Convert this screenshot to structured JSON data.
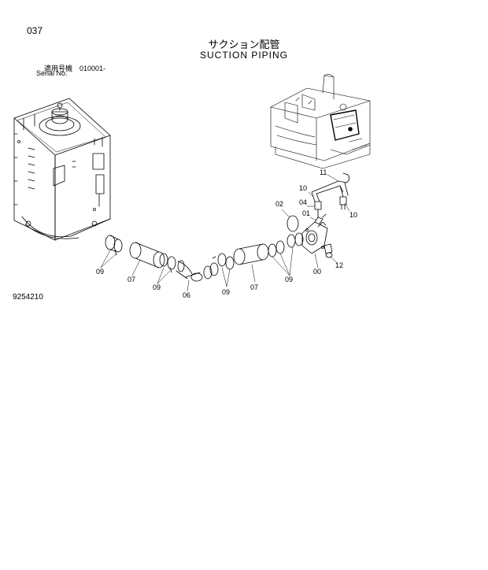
{
  "page": {
    "page_number": "037",
    "title_jp": "サクション配管",
    "title_en": "SUCTION PIPING",
    "serial_jp": "適用号機　010001-",
    "serial_en": "Serial No.",
    "drawing_number": "9254210"
  },
  "callouts": {
    "c09_a": "09",
    "c07_a": "07",
    "c09_b": "09",
    "c06": "06",
    "c09_c": "09",
    "c07_b": "07",
    "c09_d": "09",
    "c00": "00",
    "c12": "12",
    "c02": "02",
    "c01": "01",
    "c04": "04",
    "c10_a": "10",
    "c10_b": "10",
    "c11": "11"
  }
}
